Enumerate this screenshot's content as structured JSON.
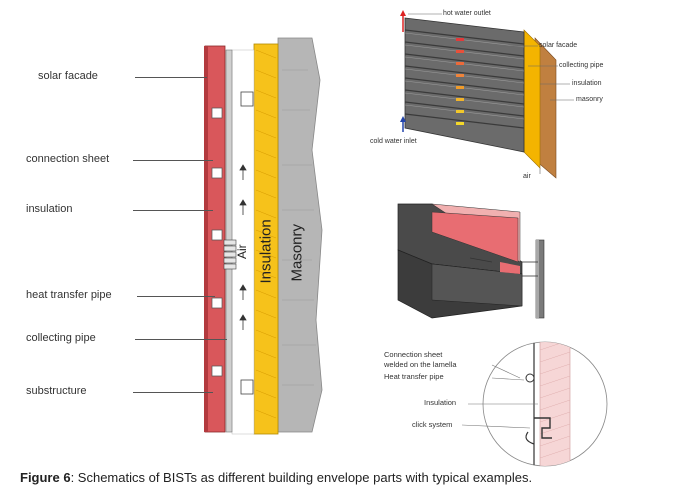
{
  "left_section": {
    "labels": {
      "solar_facade": "solar facade",
      "connection_sheet": "connection sheet",
      "insulation": "insulation",
      "heat_transfer_pipe": "heat transfer pipe",
      "collecting_pipe": "collecting pipe",
      "substructure": "substructure"
    },
    "layers": {
      "air": "Air",
      "insulation": "Insulation",
      "masonry": "Masonry"
    }
  },
  "top_right": {
    "hot_water_outlet": "hot water outlet",
    "solar_facade": "solar facade",
    "collecting_pipe": "collecting pipe",
    "insulation": "insulation",
    "masonry": "masonry",
    "cold_water_inlet": "cold water inlet",
    "air": "air"
  },
  "bottom_right": {
    "connection_sheet_line1": "Connection sheet",
    "connection_sheet_line2": "welded on the lamella",
    "heat_transfer_pipe": "Heat transfer pipe",
    "insulation": "Insulation",
    "click_system": "click system"
  },
  "caption": {
    "figure": "Figure 6",
    "text": ": Schematics of BISTs as different building envelope parts with typical examples."
  },
  "colors": {
    "facade_red": "#d9575b",
    "insulation_yellow": "#f6c21b",
    "masonry_gray": "#b4b4b4",
    "dark_panel": "#555555"
  }
}
